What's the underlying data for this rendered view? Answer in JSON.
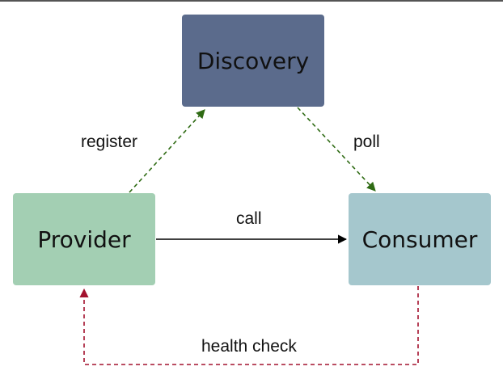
{
  "nodes": {
    "discovery": "Discovery",
    "provider": "Provider",
    "consumer": "Consumer"
  },
  "edges": {
    "register": "register",
    "poll": "poll",
    "call": "call",
    "health_check": "health check"
  },
  "colors": {
    "discovery_fill": "#5b6b8c",
    "provider_fill": "#a3cfb3",
    "consumer_fill": "#a5c7cd",
    "dashed_green": "#2f6b14",
    "dashed_red": "#a3122e",
    "solid_black": "#000000"
  }
}
